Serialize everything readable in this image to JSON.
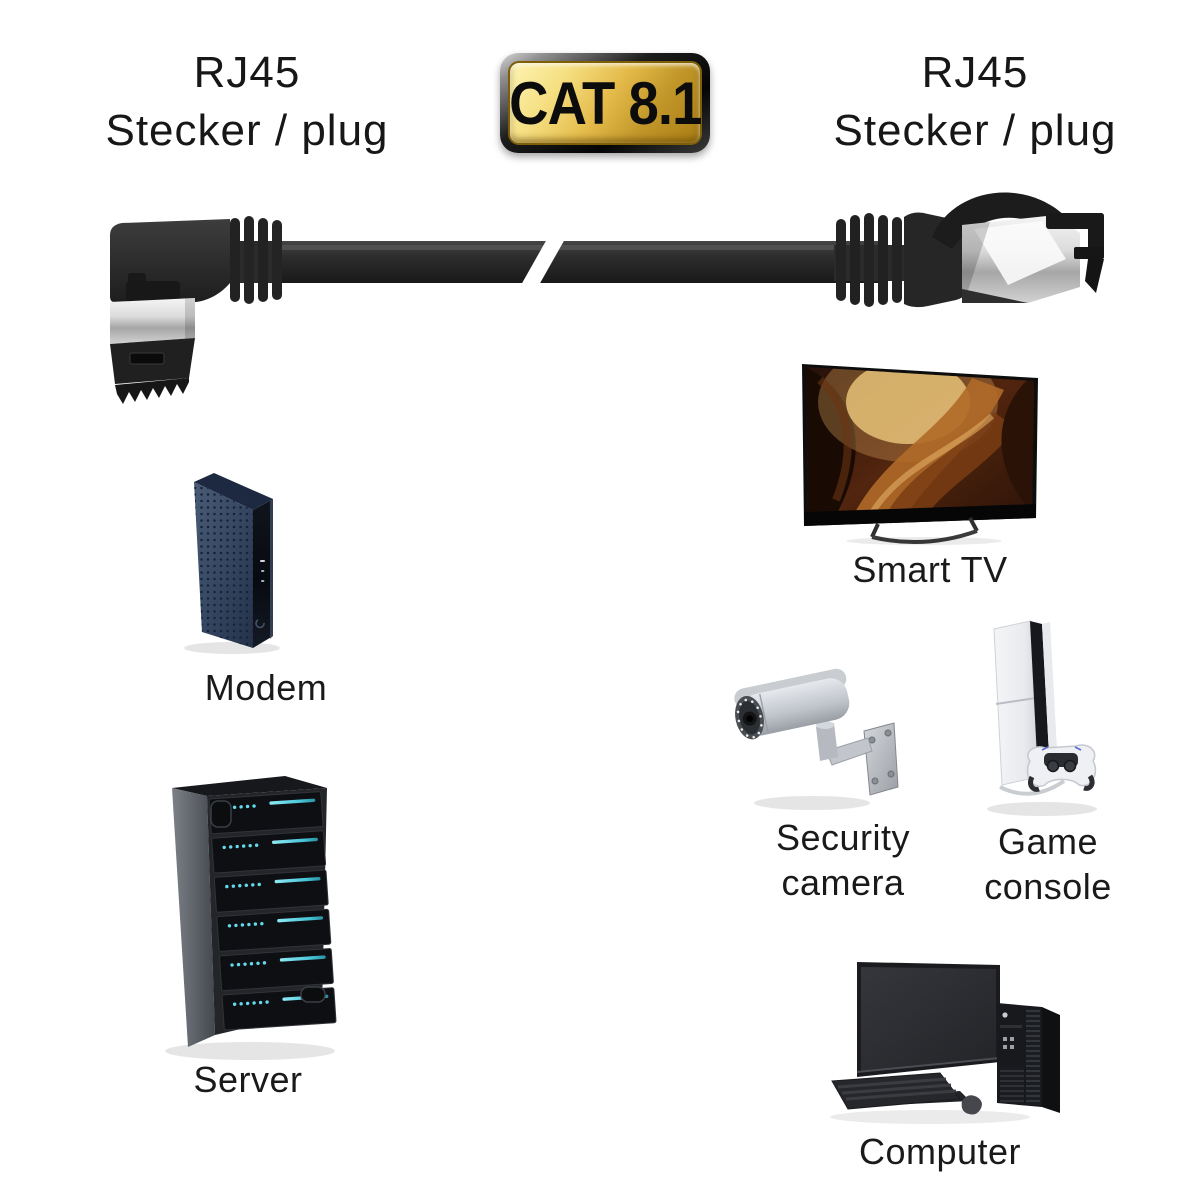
{
  "badge": {
    "label": "CAT 8.1"
  },
  "left_connector_label": {
    "line1": "RJ45",
    "line2": "Stecker / plug"
  },
  "right_connector_label": {
    "line1": "RJ45",
    "line2": "Stecker / plug"
  },
  "devices": {
    "modem": {
      "label": "Modem"
    },
    "server": {
      "label": "Server"
    },
    "smart_tv": {
      "label": "Smart TV"
    },
    "security_camera": {
      "label": "Security camera"
    },
    "game_console": {
      "label": "Game console"
    },
    "computer": {
      "label": "Computer"
    }
  },
  "colors": {
    "background": "#ffffff",
    "text": "#1a1a1a",
    "badge_gold_light": "#fdf4b4",
    "badge_gold_dark": "#a97d12",
    "cable_black": "#2b2b2b",
    "chrome_light": "#f2f2f2",
    "led_cyan": "#5fd7e8",
    "modem_navy": "#3b4c66"
  }
}
